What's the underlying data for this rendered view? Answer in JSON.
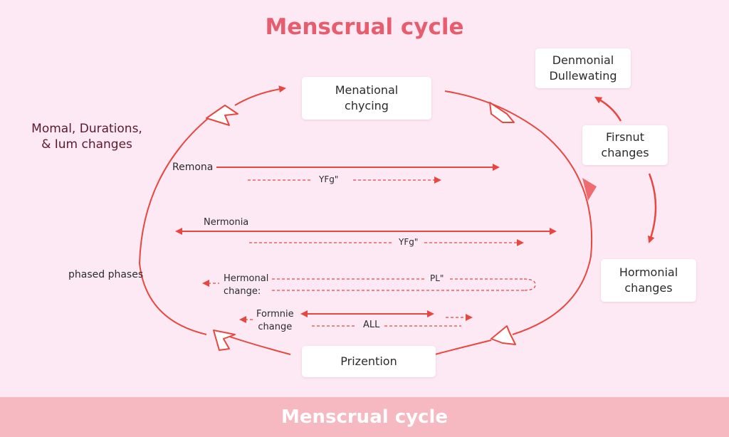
{
  "title": "Menscrual cycle",
  "footer": "Menscrual cycle",
  "colors": {
    "accent": "#e8473f",
    "title": "#e85d6d",
    "background": "#fde9f4",
    "footer": "#f6b8c1"
  },
  "side_label": "Momal, Durations,\n& Ium changes",
  "boxes": {
    "top": "Menational\nchycing",
    "bottom": "Prizention",
    "right_top": "Denmonial\nDullewating",
    "right_mid": "Firsnut\nchanges",
    "right_bottom": "Hormonial\nchanges"
  },
  "left_label": "phased phases",
  "rows": [
    {
      "label": "Remona",
      "sub": "YFg\""
    },
    {
      "label": "Nermonia",
      "sub": "YFg\""
    },
    {
      "label": "Hermonal\nchange:",
      "sub": "PL\""
    },
    {
      "label": "Formnie\nchange",
      "sub": "ALL"
    }
  ]
}
